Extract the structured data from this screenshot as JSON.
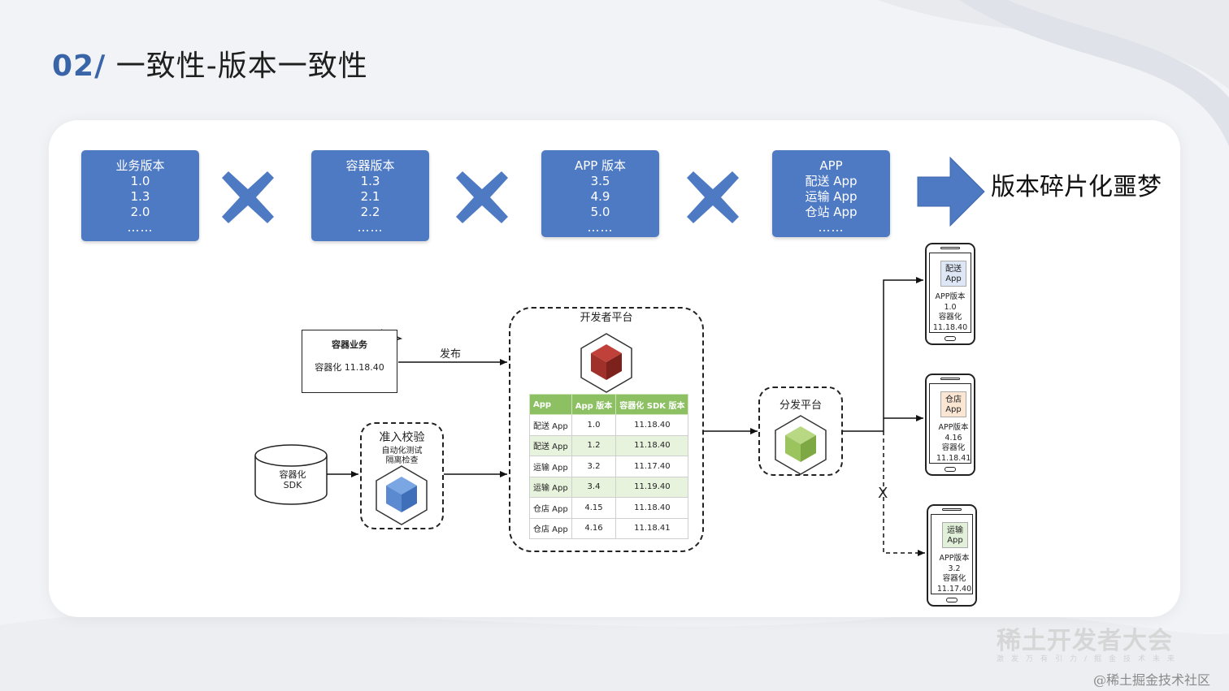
{
  "title": {
    "number": "02/",
    "text": "一致性-版本一致性"
  },
  "version_boxes": [
    {
      "lines": [
        "业务版本",
        "1.0",
        "1.3",
        "2.0",
        "……"
      ]
    },
    {
      "lines": [
        "容器版本",
        "1.3",
        "2.1",
        "2.2",
        "……"
      ]
    },
    {
      "lines": [
        "APP 版本",
        "3.5",
        "4.9",
        "5.0",
        "……"
      ]
    },
    {
      "lines": [
        "APP",
        "配送 App",
        "运输 App",
        "仓站 App",
        "……"
      ]
    }
  ],
  "result_text": "版本碎片化噩梦",
  "flow": {
    "business_note": {
      "title": "容器业务",
      "version": "容器化 11.18.40"
    },
    "publish_label": "发布",
    "sdk_label": [
      "容器化",
      "SDK"
    ],
    "check_box": {
      "title": "准入校验",
      "line1": "自动化测试",
      "line2": "隔离检查"
    },
    "dev_platform_label": "开发者平台",
    "dist_platform_label": "分发平台",
    "blocked_mark": "X",
    "table": {
      "headers": [
        "App",
        "App 版本",
        "容器化 SDK 版本"
      ],
      "rows": [
        [
          "配送 App",
          "1.0",
          "11.18.40"
        ],
        [
          "配送 App",
          "1.2",
          "11.18.40"
        ],
        [
          "运输 App",
          "3.2",
          "11.17.40"
        ],
        [
          "运输 App",
          "3.4",
          "11.19.40"
        ],
        [
          "仓店 App",
          "4.15",
          "11.18.40"
        ],
        [
          "仓店 App",
          "4.16",
          "11.18.41"
        ]
      ]
    }
  },
  "phones": [
    {
      "icon": [
        "配送",
        "App"
      ],
      "icon_color": "#dde7f6",
      "info": [
        "APP版本",
        "1.0",
        "容器化",
        "11.18.40"
      ]
    },
    {
      "icon": [
        "仓店",
        "App"
      ],
      "icon_color": "#fbe6d3",
      "info": [
        "APP版本",
        "4.16",
        "容器化",
        "11.18.41"
      ]
    },
    {
      "icon": [
        "运输",
        "App"
      ],
      "icon_color": "#e2f0d9",
      "info": [
        "APP版本",
        "3.2",
        "容器化",
        "11.17.40"
      ]
    }
  ],
  "watermark": {
    "brand": "稀土开发者大会",
    "tagline": "激发万有引力/掘金技术未来",
    "source": "@稀土掘金技术社区"
  },
  "colors": {
    "accent": "#3a64a8",
    "box_blue": "#4e7ac4",
    "table_header": "#8cc063",
    "table_row_alt": "#e8f3dd",
    "cube_red": "#a0302a",
    "cube_green": "#9cc45e",
    "cube_blue": "#5b8ad1"
  }
}
